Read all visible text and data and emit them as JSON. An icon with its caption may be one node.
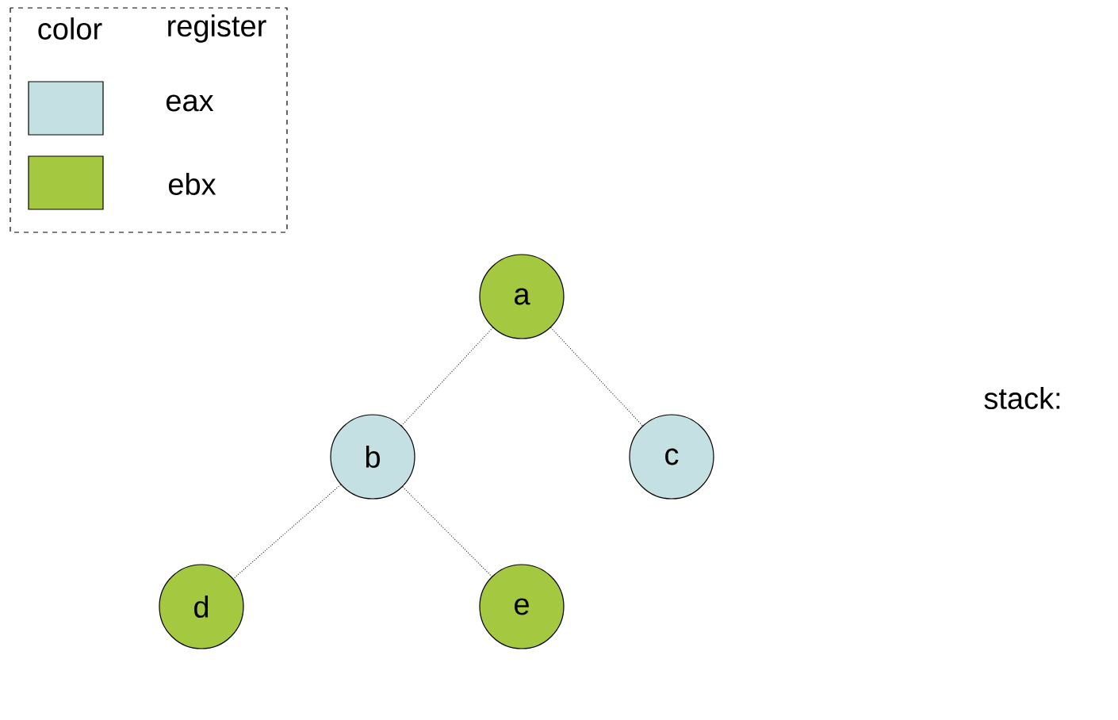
{
  "diagram": {
    "nodes": [
      {
        "text": [
          "a"
        ]
      },
      {
        "text": [
          "b"
        ]
      },
      {
        "text": [
          "c"
        ]
      },
      {
        "text": [
          "d"
        ]
      },
      {
        "text": [
          "e"
        ]
      }
    ],
    "edges": [
      {
        "from": 0,
        "to": 1,
        "arrow": "none"
      },
      {
        "from": 0,
        "to": 2,
        "arrow": "none"
      },
      {
        "from": 1,
        "to": 3,
        "arrow": "none"
      },
      {
        "from": 1,
        "to": 4,
        "arrow": "none"
      }
    ],
    "labels": [
      "color",
      "register",
      "stack:"
    ],
    "legend": [
      {
        "text": "eax",
        "color": "#c5e0e2"
      },
      {
        "text": "ebx",
        "color": "#a4c940"
      }
    ]
  }
}
